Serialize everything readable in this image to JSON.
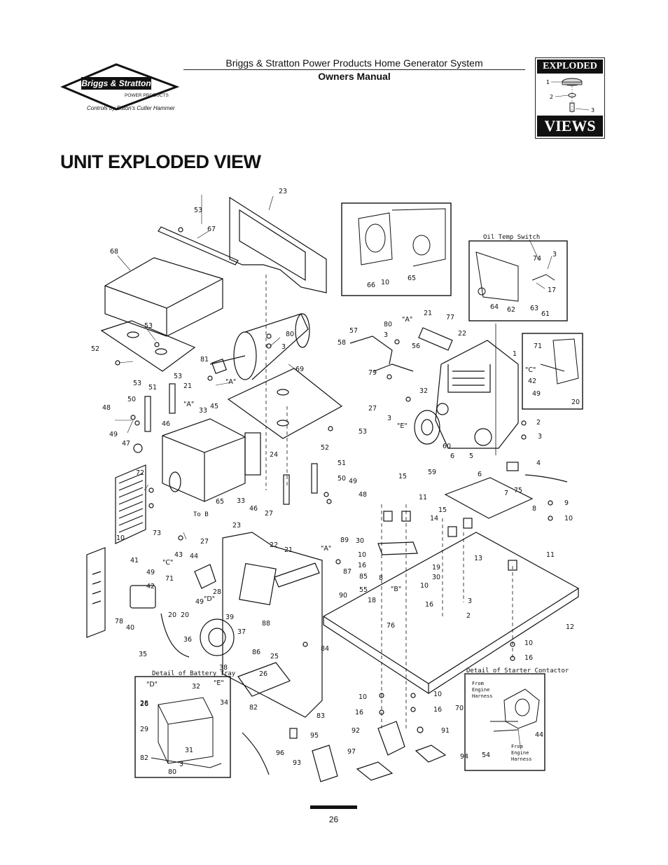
{
  "header": {
    "brand_name": "Briggs & Stratton",
    "brand_sub": "POWER PRODUCTS",
    "brand_tagline": "Controls by Eaton's Cutler Hammer",
    "doc_title": "Briggs & Stratton Power Products Home Generator System",
    "doc_subtitle": "Owners Manual"
  },
  "badge": {
    "top_word": "EXPLODED",
    "bottom_word": "VIEWS",
    "labels": [
      "1",
      "2",
      "3"
    ]
  },
  "page_heading": "UNIT EXPLODED VIEW",
  "diagram": {
    "captions": {
      "oil_temp": "Oil Temp Switch",
      "battery_tray": "Detail of Battery Tray",
      "starter_contactor": "Detail of Starter Contactor",
      "from_engine_1": "From Engine Harness",
      "from_engine_2": "From Engine Harness",
      "to_b": "To B"
    },
    "callouts": {
      "c23a": "23",
      "c53a": "53",
      "c67": "67",
      "c68": "68",
      "c53b": "53",
      "c52a": "52",
      "c53c": "53",
      "c80a": "80",
      "c3a": "3",
      "c69": "69",
      "c81": "81",
      "c53d": "53",
      "cA1": "\"A\"",
      "c21a": "21",
      "cA2": "\"A\"",
      "c33a": "33",
      "c45": "45",
      "c51a": "51",
      "c48a": "48",
      "c50a": "50",
      "c49a": "49",
      "c46a": "46",
      "c47": "47",
      "c24": "24",
      "c52b": "52",
      "c53e": "53",
      "c72": "72",
      "c65a": "65",
      "c33b": "33",
      "c46b": "46",
      "c27a": "27",
      "c51b": "51",
      "c50b": "50",
      "c49b": "49",
      "c48b": "48",
      "c10a": "10",
      "c73": "73",
      "c27b": "27",
      "c66": "66",
      "c10b": "10",
      "c65b": "65",
      "c74": "74",
      "c3b": "3",
      "c17": "17",
      "c64": "64",
      "c62": "62",
      "c63": "63",
      "c61": "61",
      "cA3": "\"A\"",
      "c80b": "80",
      "c57": "57",
      "c3c": "3",
      "c21b": "21",
      "c77": "77",
      "c22a": "22",
      "c58": "58",
      "c56": "56",
      "c79": "79",
      "c1": "1",
      "c32a": "32",
      "c27c": "27",
      "c3d": "3",
      "cE1": "\"E\"",
      "c60": "60",
      "c59": "59",
      "c5": "5",
      "c6a": "6",
      "c71a": "71",
      "cC1": "\"C\"",
      "c42a": "42",
      "c49c": "49",
      "c20a": "20",
      "c2a": "2",
      "c3e": "3",
      "c4": "4",
      "c15a": "15",
      "c11a": "11",
      "c15b": "15",
      "c14": "14",
      "c6b": "6",
      "c7": "7",
      "c75": "75",
      "c8": "8",
      "c9": "9",
      "c10c": "10",
      "c23b": "23",
      "c22b": "22",
      "c21c": "21",
      "cA4": "\"A\"",
      "c89": "89",
      "c30a": "30",
      "c10d": "10",
      "c16a": "16",
      "c87": "87",
      "c85": "85",
      "c8b": "8",
      "c55": "55",
      "cB1": "\"B\"",
      "c19": "19",
      "c30b": "30",
      "c10e": "10",
      "c16b": "16",
      "c18": "18",
      "c76": "76",
      "c13": "13",
      "c11b": "11",
      "c12": "12",
      "c3f": "3",
      "c2b": "2",
      "c10f": "10",
      "c16c": "16",
      "c90": "90",
      "c41": "41",
      "c43": "43",
      "c44a": "44",
      "c49d": "49",
      "cC2": "\"C\"",
      "c71b": "71",
      "c42b": "42",
      "c28a": "28",
      "cD1": "\"D\"",
      "c49e": "49",
      "c20b": "20",
      "c20c": "20",
      "c39": "39",
      "c78": "78",
      "c40": "40",
      "c88": "88",
      "c37": "37",
      "c36": "36",
      "c86": "86",
      "c35": "35",
      "c38": "38",
      "c25": "25",
      "c84": "84",
      "c26a": "26",
      "c82a": "82",
      "c83": "83",
      "cD2": "\"D\"",
      "cE2": "\"E\"",
      "c32b": "32",
      "c26b": "26",
      "c28b": "28",
      "c34": "34",
      "c29": "29",
      "c31": "31",
      "c82b": "82",
      "c80c": "80",
      "c3g": "3",
      "c10g": "10",
      "c10h": "10",
      "c16d": "16",
      "c16e": "16",
      "c95": "95",
      "c96": "96",
      "c92": "92",
      "c91": "91",
      "c93": "93",
      "c97": "97",
      "c94": "94",
      "c70": "70",
      "c54": "54",
      "c44b": "44"
    }
  },
  "footer": {
    "page_number": "26"
  }
}
